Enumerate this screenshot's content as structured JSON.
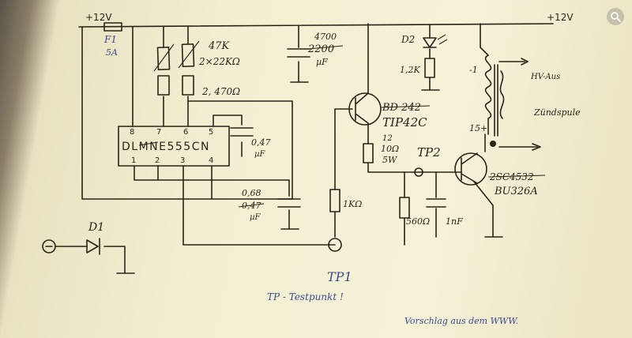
{
  "labels": {
    "vin": "+12V",
    "vout": "+12V",
    "fuse_ref": "F1",
    "fuse_val": "5A",
    "pot_val": "47K",
    "pot_desc": "2×22KΩ",
    "res_470": "2, 470Ω",
    "cap_top_old": "4700",
    "cap_top_new": "2200",
    "cap_top_unit": "µF",
    "d2": "D2",
    "r_12k": "1,2K",
    "ic_name": "DLMNE555CN",
    "pin8": "8",
    "pin7": "7",
    "pin6": "6",
    "pin5": "5",
    "pin1": "1",
    "pin2": "2",
    "pin3": "3",
    "pin4": "4",
    "cap_047": "0,47",
    "cap_047_unit": "µF",
    "cap_068": "0,68",
    "cap_068_old": "0,47",
    "cap_068_unit": "µF",
    "q1_old": "BD 242",
    "q1_new": "TIP42C",
    "r_10_old": "12",
    "r_10": "10Ω",
    "r_10_w": "5W",
    "tp2": "TP2",
    "r_1k": "1KΩ",
    "r_560": "560Ω",
    "cap_1nf": "1nF",
    "q2_old": "2SC4532",
    "q2_new": "BU326A",
    "coil_pin1": "-1",
    "coil_pin15": "15+",
    "hv_out": "HV-Aus",
    "coil_name": "Zündspule",
    "d1": "D1",
    "tp1": "TP1",
    "tp_note": "TP - Testpunkt !",
    "source_note": "Vorschlag aus dem WWW."
  },
  "colors": {
    "ink": "#2a2418",
    "blue_ink": "#3b4a8c",
    "paper": "#f3efd2"
  },
  "icons": {
    "zoom": "zoom-icon"
  }
}
